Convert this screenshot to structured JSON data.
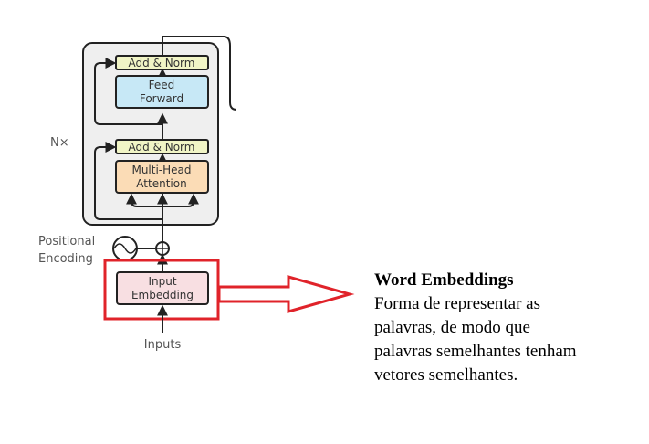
{
  "diagram": {
    "blocks": {
      "add_norm_top": "Add & Norm",
      "feed_forward": [
        "Feed",
        "Forward"
      ],
      "add_norm_bottom": "Add & Norm",
      "multi_head_attention": [
        "Multi-Head",
        "Attention"
      ],
      "input_embedding": [
        "Input",
        "Embedding"
      ]
    },
    "labels": {
      "repeat": "N×",
      "positional_encoding": [
        "Positional",
        "Encoding"
      ],
      "inputs": "Inputs"
    },
    "colors": {
      "add_norm": "#f1f5c6",
      "feed_forward": "#c7e8f6",
      "attention": "#fbdcb6",
      "embedding": "#f8dfe2",
      "highlight": "#e0232a",
      "frame": "#efefef"
    }
  },
  "annotation": {
    "title": "Word Embeddings",
    "lines": [
      "Forma de representar as",
      "palavras, de modo que",
      "palavras semelhantes tenham",
      "vetores semelhantes."
    ]
  }
}
